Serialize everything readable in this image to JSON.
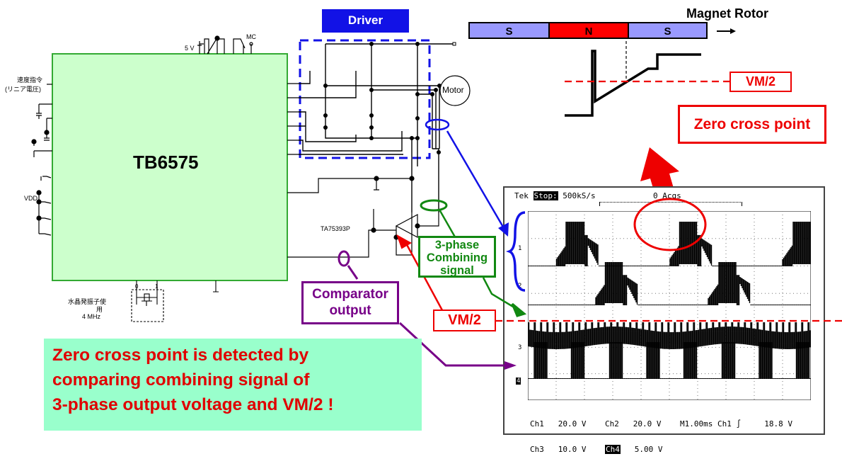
{
  "schematic": {
    "ic_label": "TB6575",
    "driver_label": "Driver",
    "motor_label": "Motor",
    "comparator_ic_label": "TA75393P",
    "supply_label": "5 V",
    "mc_label": "MC",
    "vdd_label": "VDD",
    "speed_cmd_label_line1": "速度指令",
    "speed_cmd_label_line2": "(リニア電圧)",
    "crystal_label_line1": "水晶発振子使",
    "crystal_label_line2": "用",
    "crystal_freq": "4 MHz",
    "crystal_pin0": "0",
    "crystal_pin1": "1"
  },
  "rotor": {
    "title": "Magnet Rotor",
    "poles": [
      "S",
      "N",
      "S"
    ],
    "colors": {
      "s_pole": "#9999ff",
      "n_pole": "#ff0000"
    }
  },
  "annotations": {
    "vm2_top": "VM/2",
    "zero_cross": "Zero cross point",
    "three_phase_line1": "3-phase",
    "three_phase_line2": "Combining",
    "three_phase_line3": "signal",
    "comparator_line1": "Comparator",
    "comparator_line2": "output",
    "vm2_mid": "VM/2"
  },
  "scope": {
    "brand": "Tek",
    "state": "Stop:",
    "sample_rate": "500kS/s",
    "acqs": "0 Acqs",
    "ch1_label": "Ch1",
    "ch1_scale": "20.0 V",
    "ch2_label": "Ch2",
    "ch2_scale": "20.0 V",
    "ch3_label": "Ch3",
    "ch3_scale": "10.0 V",
    "ch4_label": "Ch4",
    "ch4_scale": "5.00 V",
    "timebase": "M1.00ms",
    "trigger_source": "Ch1",
    "trigger_level": "18.8 V",
    "channel_markers": [
      "1",
      "2",
      "3",
      "4"
    ]
  },
  "note": {
    "line1": "Zero cross point is detected by",
    "line2": "comparing combining signal of",
    "line3": "3-phase output voltage and VM/2 !"
  },
  "colors": {
    "ic_fill": "#ccffcc",
    "ic_border": "#33aa33",
    "driver_blue": "#1212e6",
    "annot_red": "#ee0000",
    "annot_green": "#118811",
    "annot_purple": "#770088",
    "note_bg": "#99ffcc"
  }
}
